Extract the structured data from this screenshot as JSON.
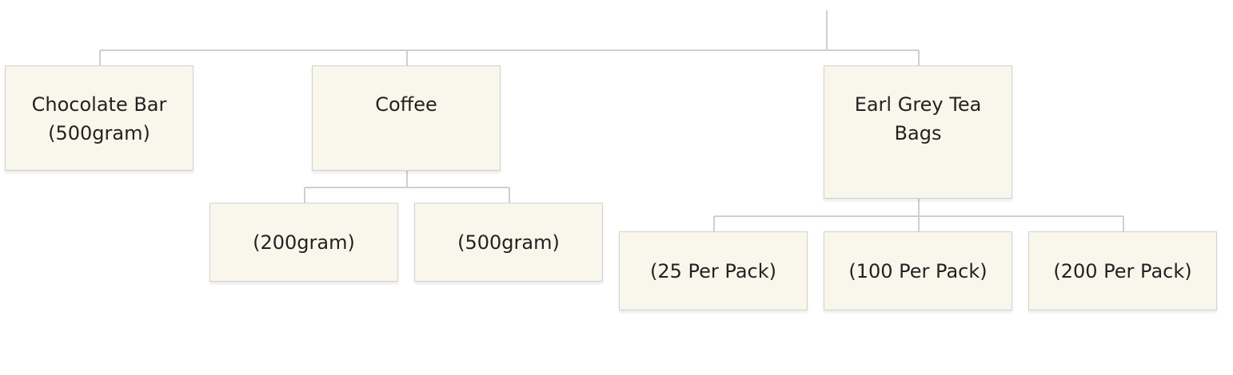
{
  "diagram": {
    "nodes": {
      "chocolate_bar": {
        "label": "Chocolate Bar (500gram)"
      },
      "coffee": {
        "label": "Coffee",
        "children": [
          {
            "label": "(200gram)"
          },
          {
            "label": "(500gram)"
          }
        ]
      },
      "earl_grey": {
        "label": "Earl Grey Tea Bags",
        "children": [
          {
            "label": "(25 Per Pack)"
          },
          {
            "label": "(100 Per Pack)"
          },
          {
            "label": "(200 Per Pack)"
          }
        ]
      }
    },
    "colors": {
      "node_fill": "#f9f7eb",
      "node_border": "#d2d2d2",
      "connector": "#cfcfcf",
      "text": "#222222"
    }
  }
}
